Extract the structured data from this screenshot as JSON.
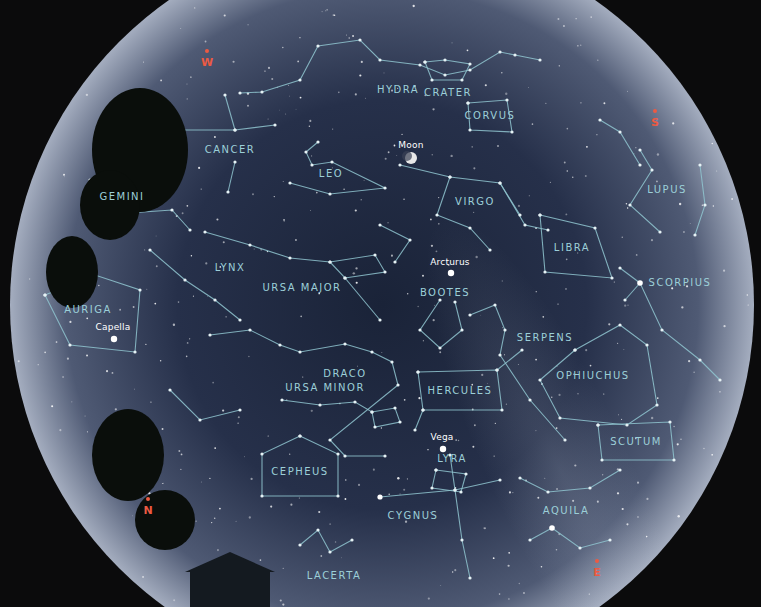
{
  "diagram": {
    "labels": [
      "W",
      "HYDRA",
      "CRATER",
      "CORVUS",
      "S",
      "Moon",
      "CANCER",
      "LEO",
      "LUPUS",
      "GEMINI",
      "VIRGO",
      "LIBRA",
      "Arcturus",
      "LYNX",
      "SCORPIUS",
      "URSA MAJOR",
      "BOOTES",
      "AURIGA",
      "Capella",
      "SERPENS",
      "DRACO",
      "OPHIUCHUS",
      "URSA MINOR",
      "HERCULES",
      "Vega",
      "SCUTUM",
      "LYRA",
      "CEPHEUS",
      "N",
      "AQUILA",
      "CYGNUS",
      "E",
      "LACERTA"
    ]
  }
}
